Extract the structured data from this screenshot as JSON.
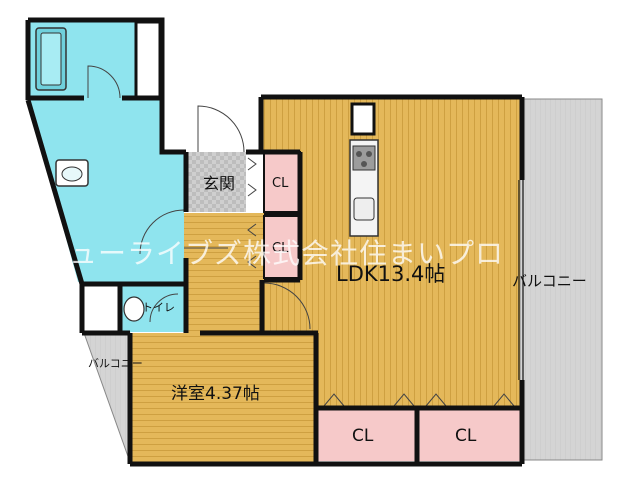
{
  "rooms": {
    "ldk": "LDK13.4帖",
    "western_room": "洋室4.37帖",
    "entrance": "玄関",
    "toilet": "トイレ"
  },
  "closets": {
    "entrance_cl": "CL",
    "hall_cl": "CL",
    "bottom_cl_left": "CL",
    "bottom_cl_right": "CL"
  },
  "balconies": {
    "right": "バルコニー",
    "left": "バルコニー"
  },
  "watermark": "ビューライブズ株式会社住まいプロ",
  "colors": {
    "wall": "#111111",
    "flooring": "#e4b85a",
    "wet_area": "#8fe4ee",
    "closet": "#f6c9c9",
    "balcony": "#d4d4d4",
    "entrance_tile": "#c8c8c8"
  }
}
